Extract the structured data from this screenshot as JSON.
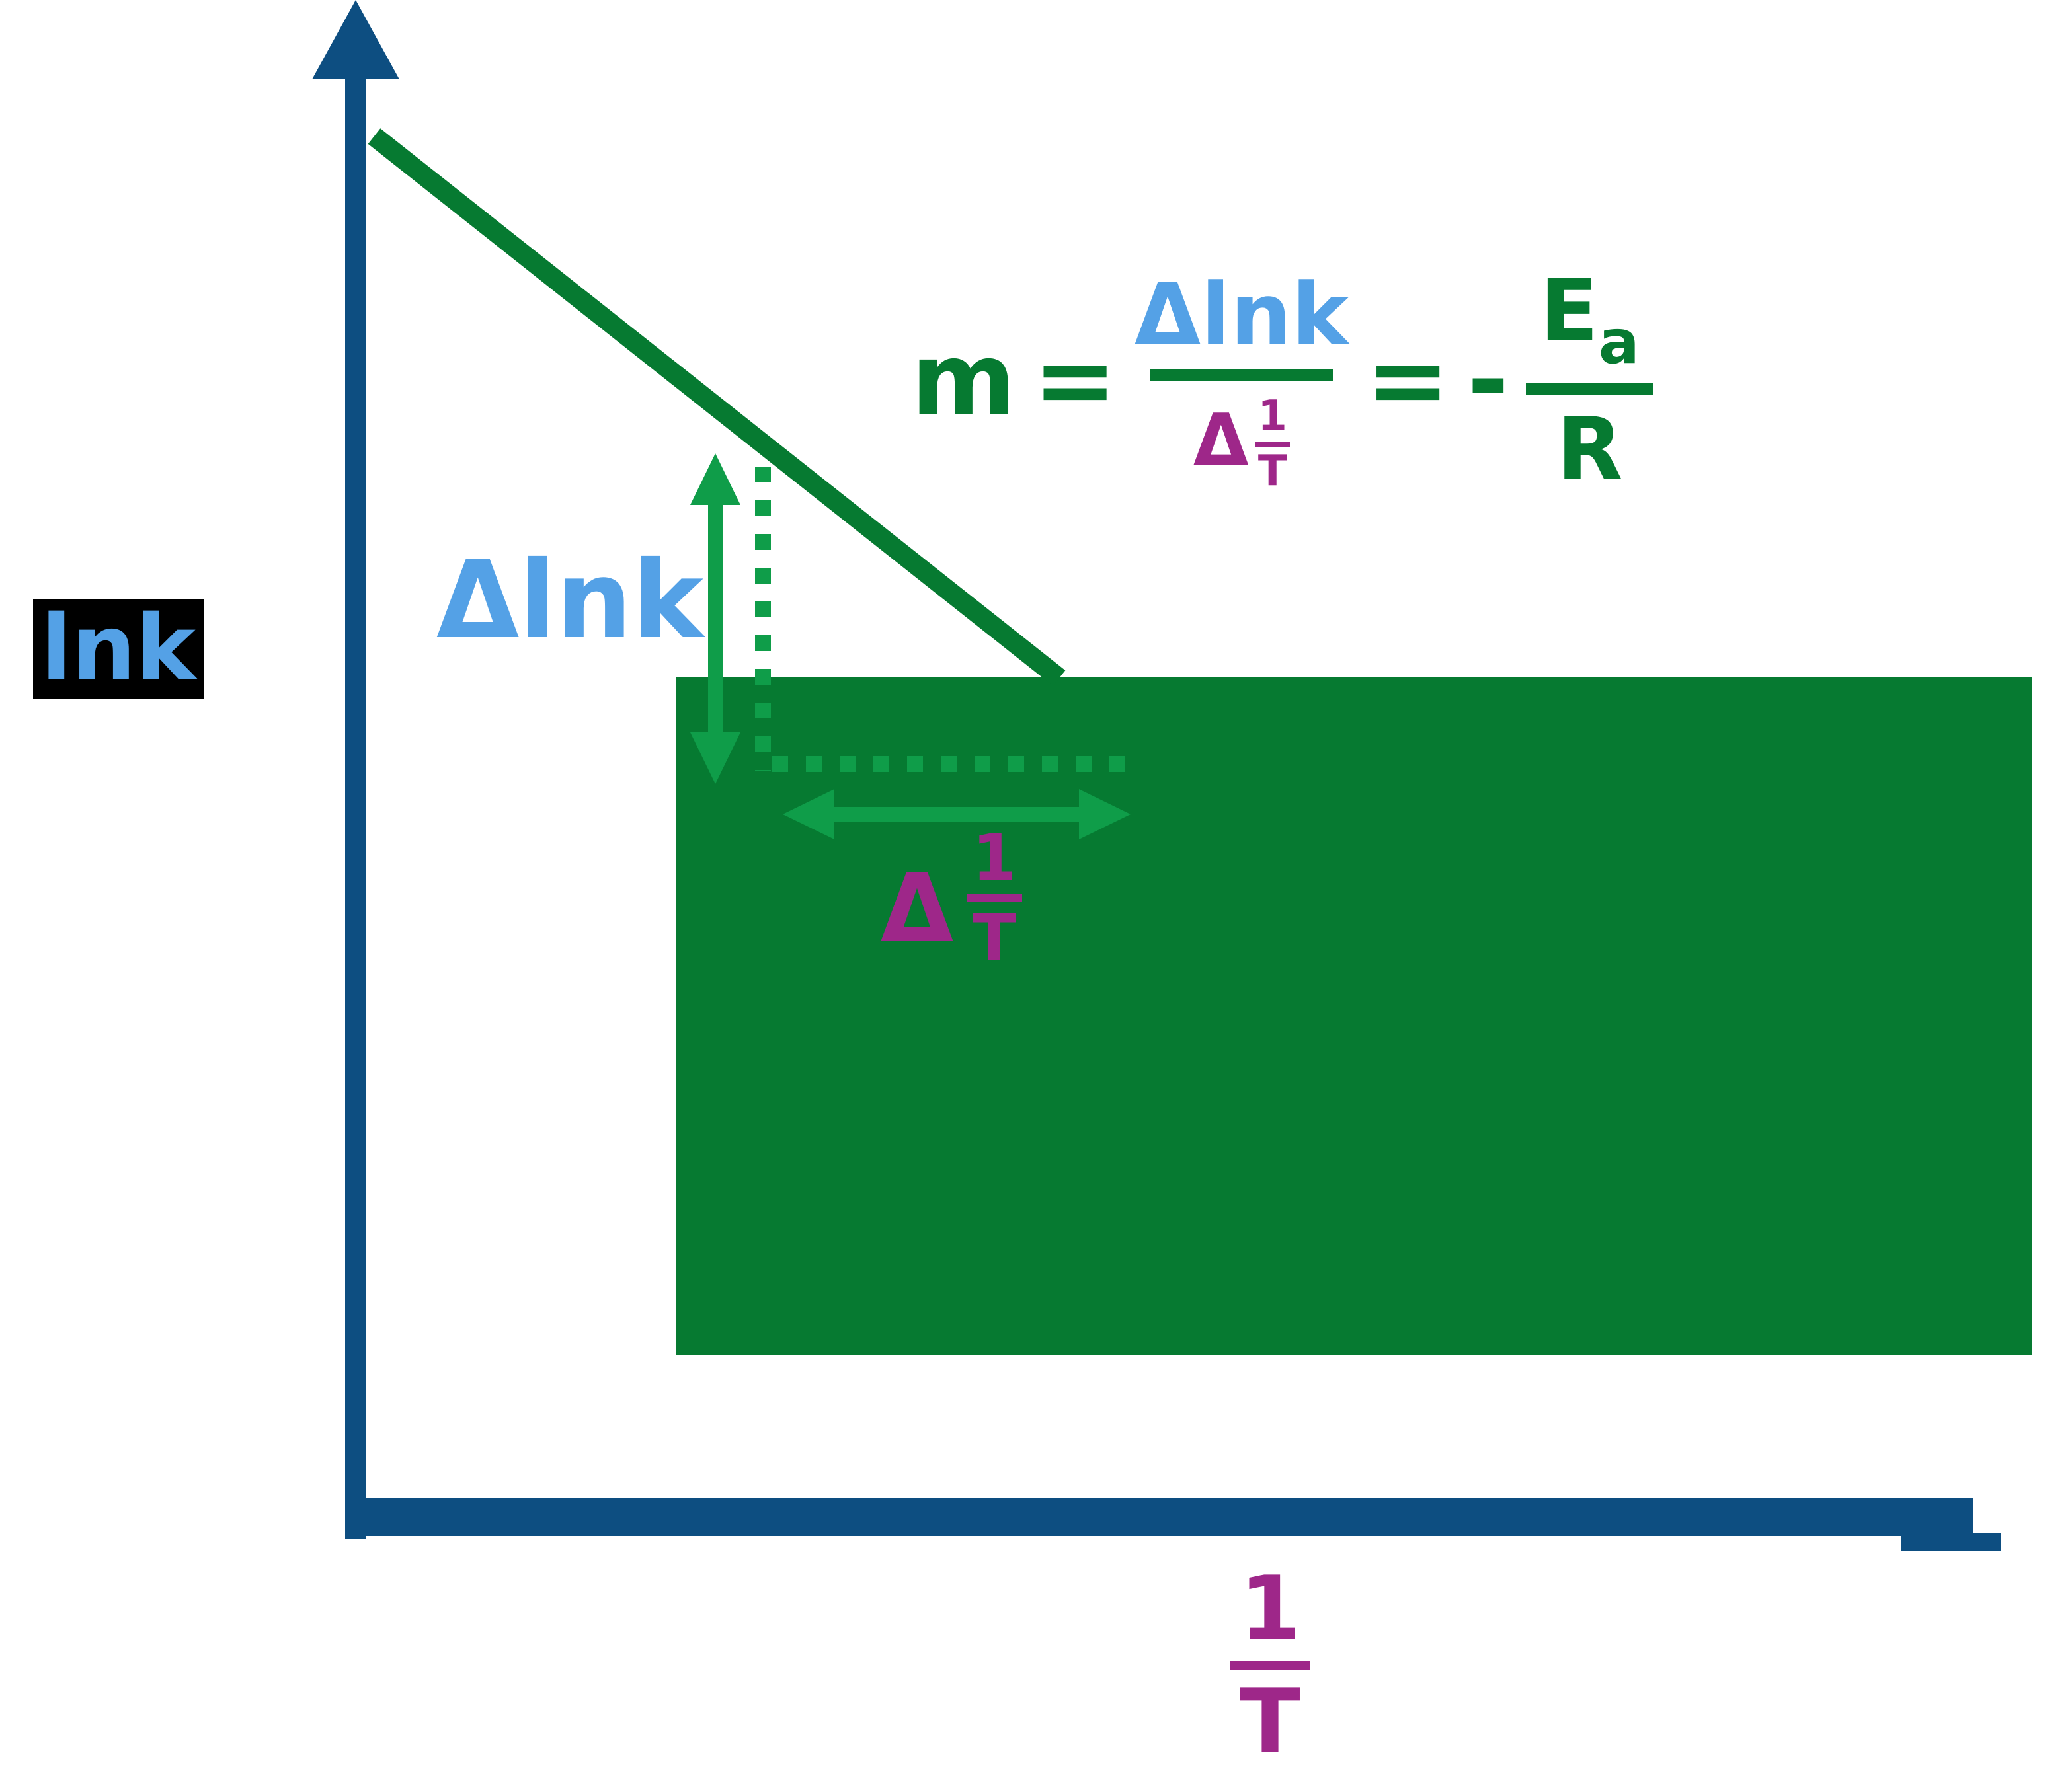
{
  "colors": {
    "axis_blue": "#0d4e81",
    "green_dark": "#067a31",
    "green_bright": "#0f9d49",
    "light_blue": "#54a1e6",
    "purple": "#9e2789",
    "label_bg": "#000000"
  },
  "y_axis": {
    "label": "lnk"
  },
  "x_axis": {
    "label_numerator": "1",
    "label_denominator": "T"
  },
  "rise": {
    "label": "Δlnk"
  },
  "run": {
    "delta": "Δ",
    "numerator": "1",
    "denominator": "T"
  },
  "equation": {
    "lhs": "m",
    "equals": "=",
    "numerator": "Δlnk",
    "den_delta": "Δ",
    "den_numerator": "1",
    "den_denominator": "T",
    "equals2": "=",
    "minus": "-",
    "ea_base": "E",
    "ea_sub": "a",
    "r": "R"
  }
}
